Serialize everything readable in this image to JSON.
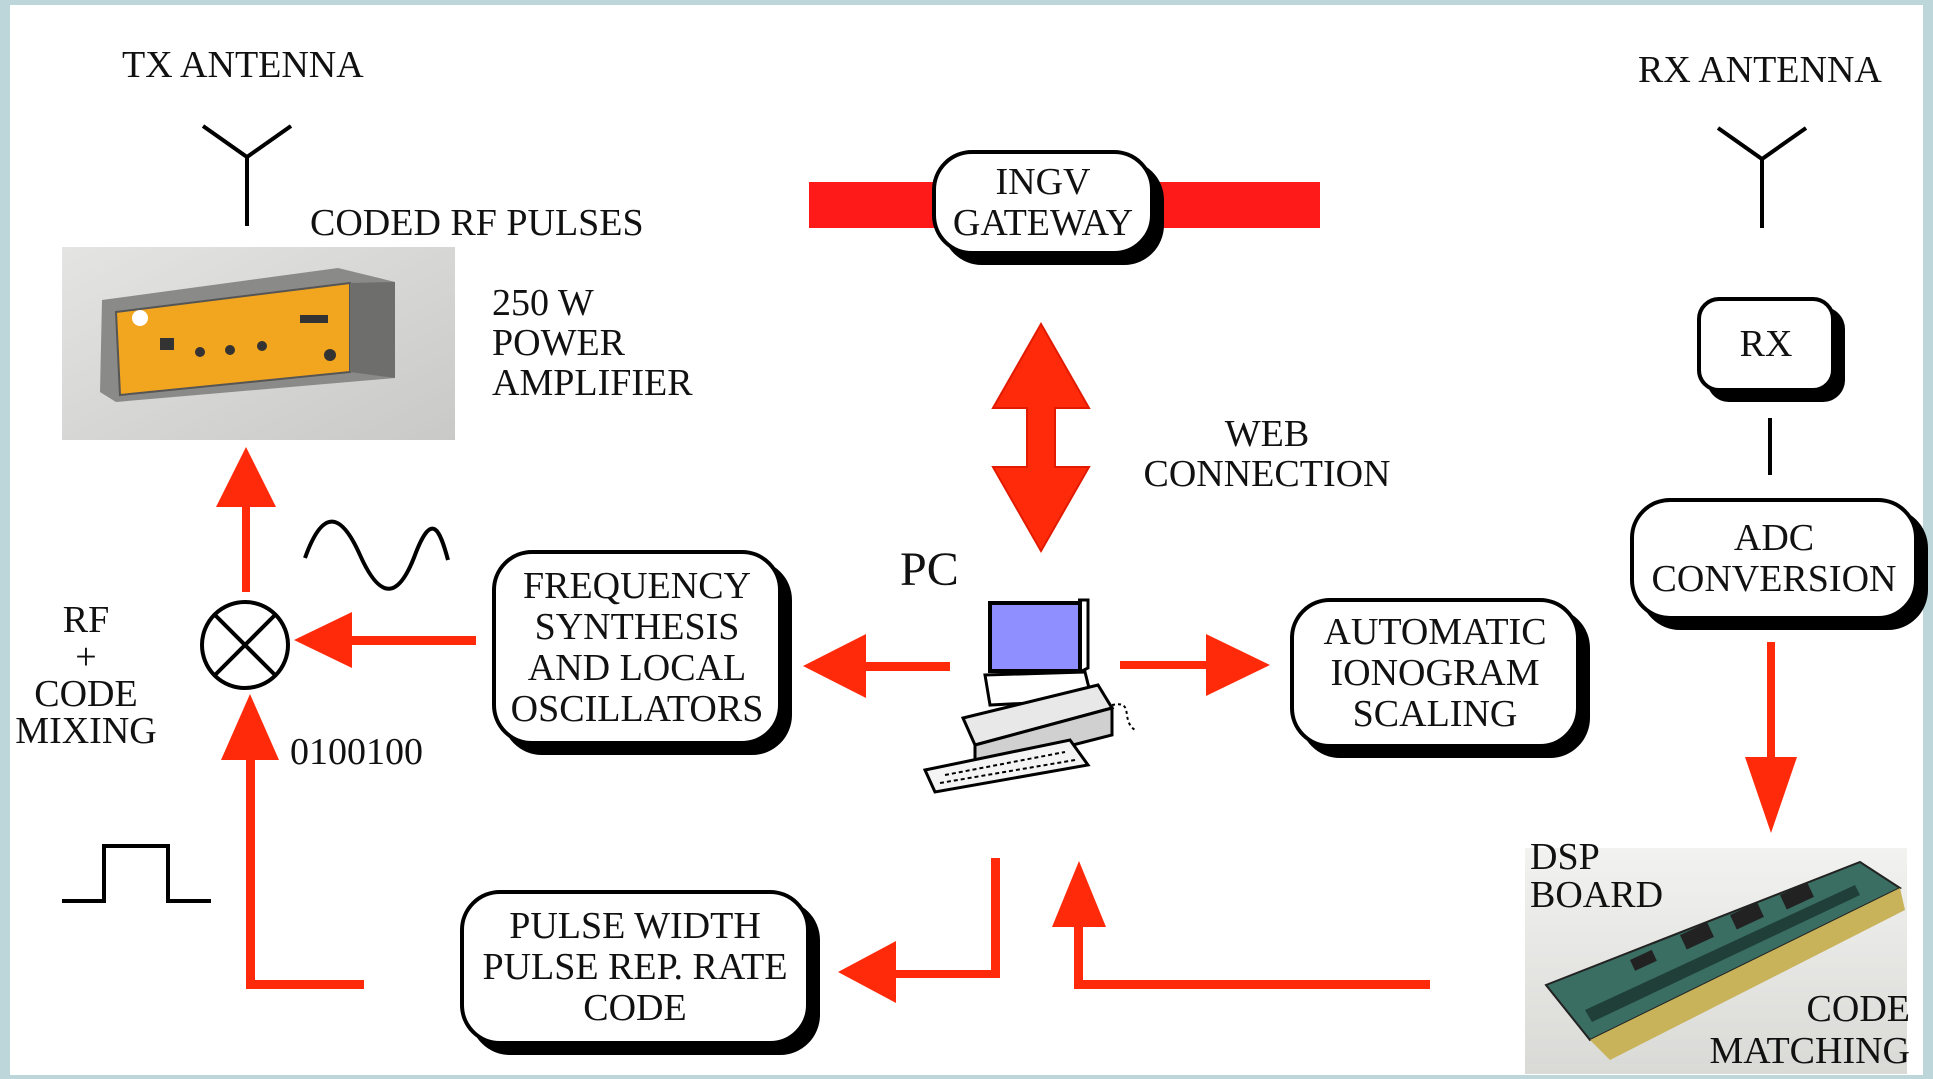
{
  "colors": {
    "background": "#ffffff",
    "frame": "#bcd6d9",
    "arrow": "#ff2a0a",
    "gateway_bar": "#ff1a1a",
    "line": "#000000"
  },
  "labels": {
    "tx_antenna": "TX ANTENNA",
    "rx_antenna": "RX ANTENNA",
    "coded_rf_pulses": "CODED RF PULSES",
    "power_amplifier": "250 W\nPOWER\nAMPLIFIER",
    "web_connection": "WEB\nCONNECTION",
    "pc": "PC",
    "rf_code_mixing": "RF\n+\nCODE\nMIXING",
    "binary_code": "0100100",
    "dsp_board": "DSP\nBOARD",
    "code_matching": "CODE\nMATCHING"
  },
  "boxes": {
    "ingv_gateway": "INGV\nGATEWAY",
    "rx": "RX",
    "adc_conversion": "ADC\nCONVERSION",
    "frequency_synthesis": "FREQUENCY\nSYNTHESIS\nAND LOCAL\nOSCILLATORS",
    "automatic_ionogram_scaling": "AUTOMATIC\nIONOGRAM\nSCALING",
    "pulse_width": "PULSE WIDTH\nPULSE REP. RATE\nCODE"
  },
  "icons": {
    "amplifier": "power-amplifier-photo",
    "dsp": "dsp-board-photo",
    "pc": "desktop-pc-icon",
    "mixer": "mixer-icon",
    "sine": "sine-wave-icon",
    "pulse": "pulse-icon"
  }
}
